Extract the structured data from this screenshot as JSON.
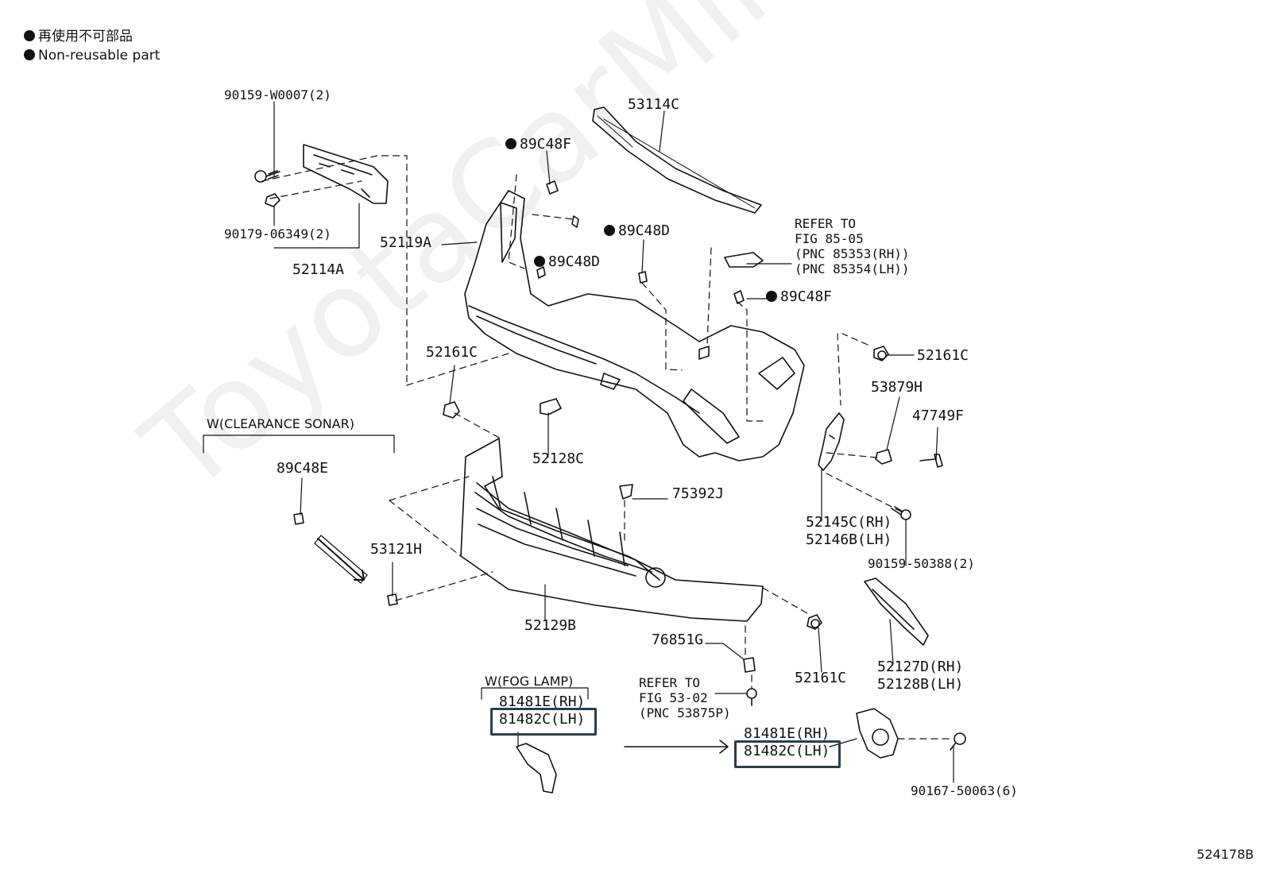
{
  "legend": {
    "jp": "再使用不可部品",
    "en": "Non-reusable part"
  },
  "watermark": "ToyotaCarMine.ru",
  "figure_code": "524178B",
  "labels": {
    "p90159_W0007": "90159-W0007(2)",
    "p90179_06349": "90179-06349(2)",
    "p52114A": "52114A",
    "p52119A": "52119A",
    "p89C48F_top": "89C48F",
    "p89C48D_left": "89C48D",
    "p89C48D_mid": "89C48D",
    "p53114C": "53114C",
    "refer_85_05": "REFER TO\nFIG 85-05\n(PNC 85353(RH))\n(PNC 85354(LH))",
    "p89C48F_right": "89C48F",
    "p52161C_right": "52161C",
    "p52161C_left": "52161C",
    "p53879H": "53879H",
    "p47749F": "47749F",
    "w_clearance_sonar": "W(CLEARANCE SONAR)",
    "p89C48E": "89C48E",
    "p52128C": "52128C",
    "p75392J": "75392J",
    "p52145C": "52145C(RH)",
    "p52146B": "52146B(LH)",
    "p90159_50388": "90159-50388(2)",
    "p53121H": "53121H",
    "p52129B": "52129B",
    "p76851G": "76851G",
    "p52161C_bottom": "52161C",
    "p52127D": "52127D(RH)",
    "p52128B": "52128B(LH)",
    "w_fog_lamp": "W(FOG LAMP)",
    "p81481E_left": "81481E(RH)",
    "p81482C_left": "81482C(LH)",
    "refer_53_02": "REFER TO\nFIG 53-02\n(PNC 53875P)",
    "p81481E_right": "81481E(RH)",
    "p81482C_right": "81482C(LH)",
    "p90167_50063": "90167-50063(6)"
  }
}
